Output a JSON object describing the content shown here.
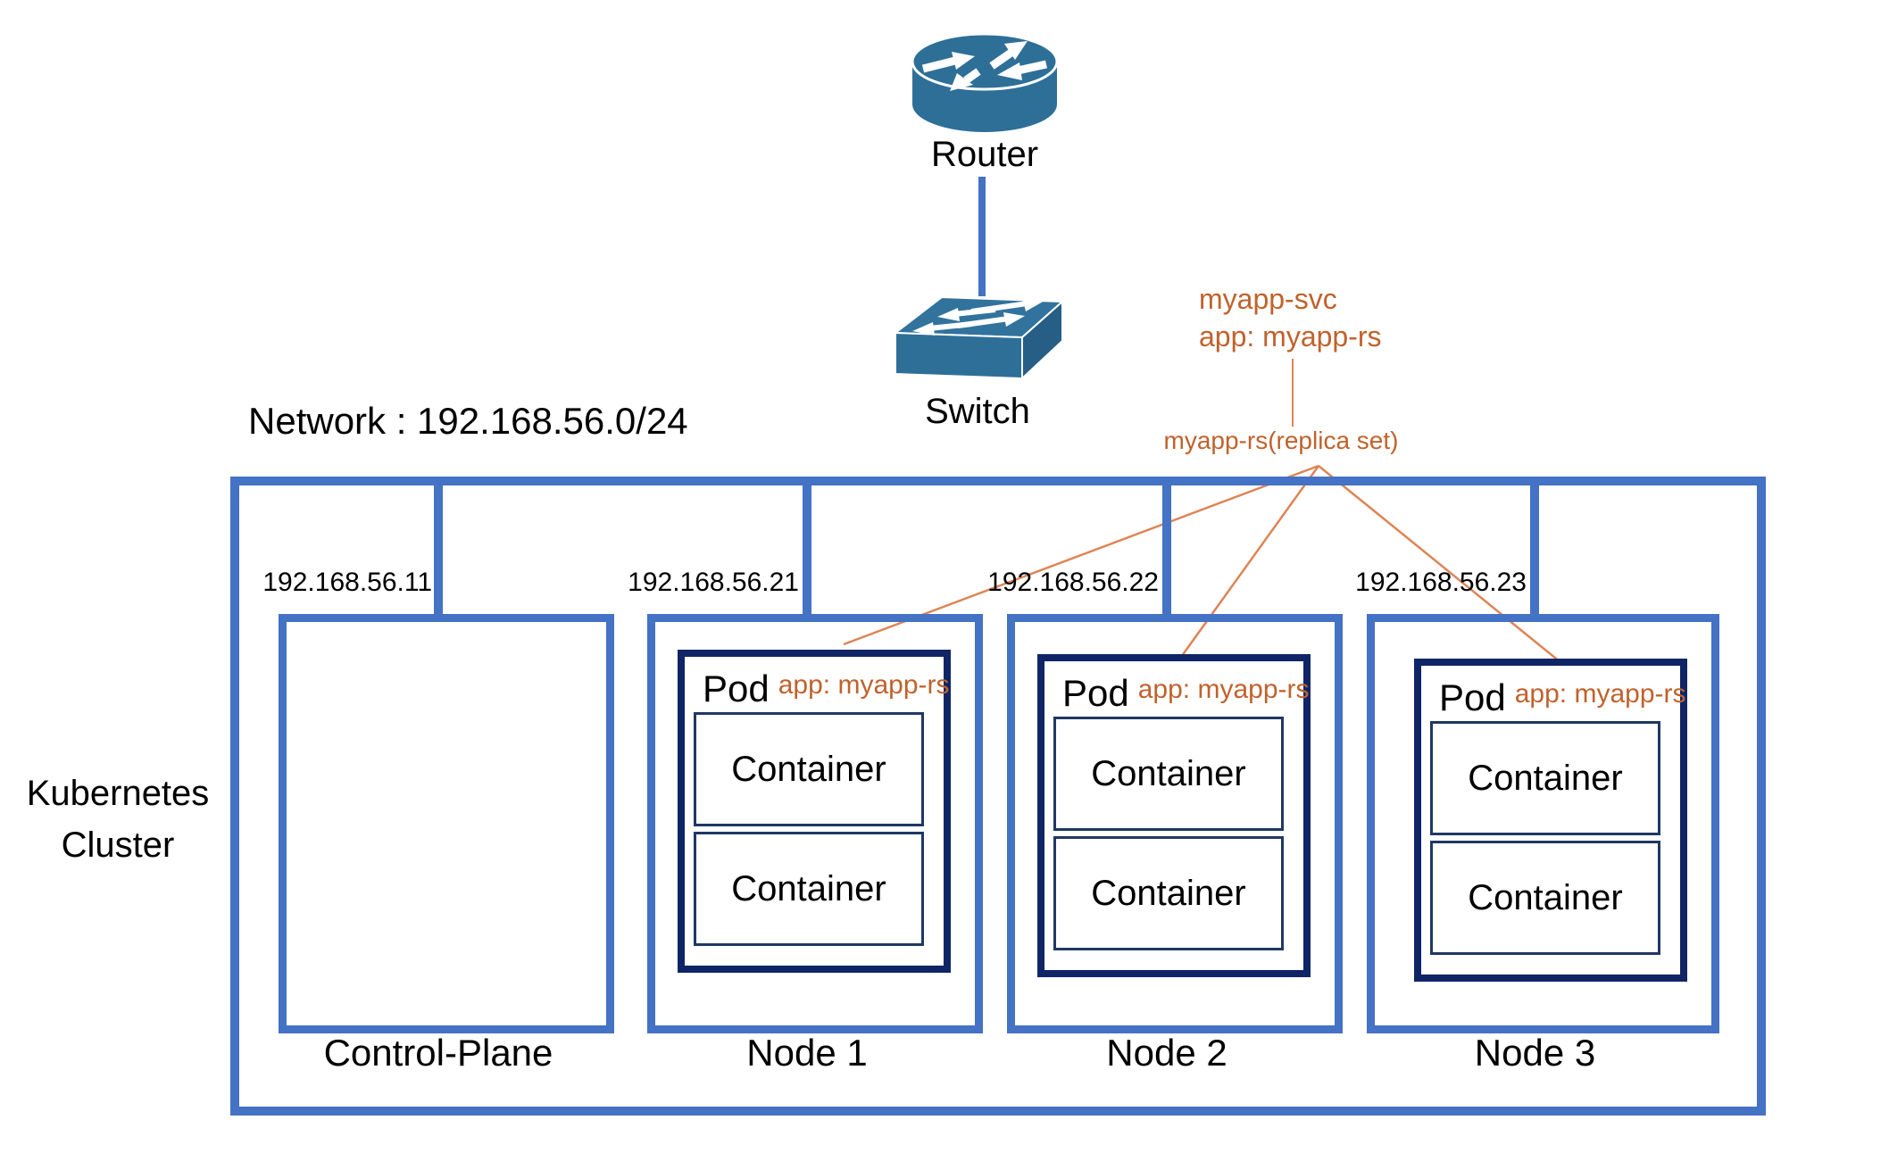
{
  "colors": {
    "border_blue": "#4472C4",
    "pod_navy": "#0F2566",
    "container_navy": "#1F3864",
    "device_steel": "#2E6F98",
    "orange_text": "#C0622C",
    "orange_line": "#DD8555"
  },
  "router": {
    "label": "Router"
  },
  "switch": {
    "label": "Switch"
  },
  "network_label": "Network : 192.168.56.0/24",
  "service": {
    "name": "myapp-svc",
    "selector": "app: myapp-rs",
    "replica_set": "myapp-rs(replica set)"
  },
  "cluster": {
    "label_line1": "Kubernetes",
    "label_line2": "Cluster",
    "nodes": [
      {
        "name": "Control-Plane",
        "ip": "192.168.56.11"
      },
      {
        "name": "Node 1",
        "ip": "192.168.56.21",
        "pod": {
          "label": "Pod",
          "app": "app: myapp-rs",
          "containers": [
            "Container",
            "Container"
          ]
        }
      },
      {
        "name": "Node 2",
        "ip": "192.168.56.22",
        "pod": {
          "label": "Pod",
          "app": "app: myapp-rs",
          "containers": [
            "Container",
            "Container"
          ]
        }
      },
      {
        "name": "Node 3",
        "ip": "192.168.56.23",
        "pod": {
          "label": "Pod",
          "app": "app: myapp-rs",
          "containers": [
            "Container",
            "Container"
          ]
        }
      }
    ]
  }
}
